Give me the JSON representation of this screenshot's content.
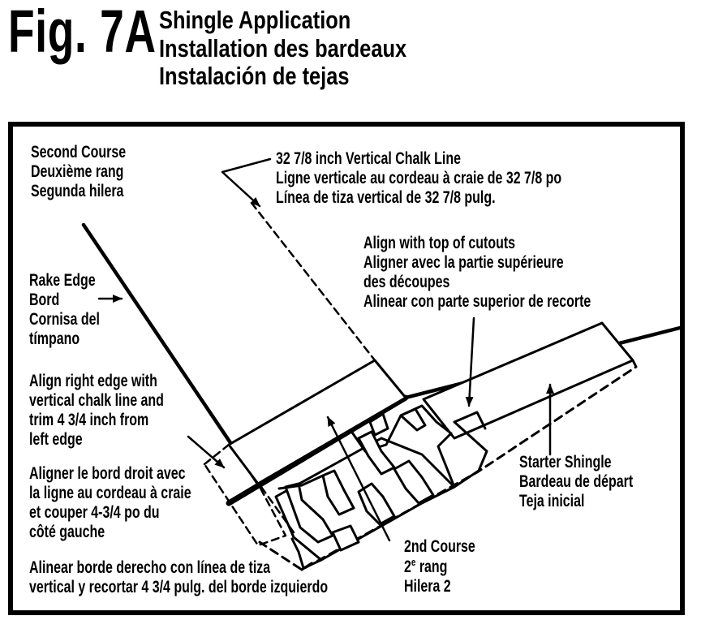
{
  "figure_label": "Fig. 7A",
  "title": {
    "en": "Shingle Application",
    "fr": "Installation des bardeaux",
    "es": "Instalación de tejas"
  },
  "labels": {
    "second_course": [
      "Second Course",
      "Deuxième rang",
      "Segunda hilera"
    ],
    "chalk_line": [
      "32 7/8 inch Vertical Chalk Line",
      "Ligne verticale au cordeau à craie de 32 7/8 po",
      "Línea de tiza vertical de 32 7/8 pulg."
    ],
    "align_cutouts": [
      "Align with top of cutouts",
      "Aligner avec la partie supérieure",
      "des découpes",
      "Alinear con parte superior de recorte"
    ],
    "rake_edge": [
      "Rake Edge",
      "Bord",
      "Cornisa del",
      "tímpano"
    ],
    "align_right_en": [
      "Align right edge with",
      "vertical chalk line and",
      "trim 4 3/4 inch from",
      "left edge"
    ],
    "align_right_fr": [
      "Aligner le bord droit avec",
      "la ligne au cordeau à craie",
      "et couper 4-3/4 po du",
      "côté gauche"
    ],
    "align_right_es": [
      "Alinear borde derecho con línea de tiza",
      "vertical y recortar 4 3/4 pulg. del borde izquierdo"
    ],
    "starter": [
      "Starter Shingle",
      "Bardeau de départ",
      "Teja inicial"
    ],
    "second_course_2": {
      "en": "2nd Course",
      "fr_num": "2",
      "fr_sup": "e",
      "fr_word": "rang",
      "es": "Hilera 2"
    }
  }
}
